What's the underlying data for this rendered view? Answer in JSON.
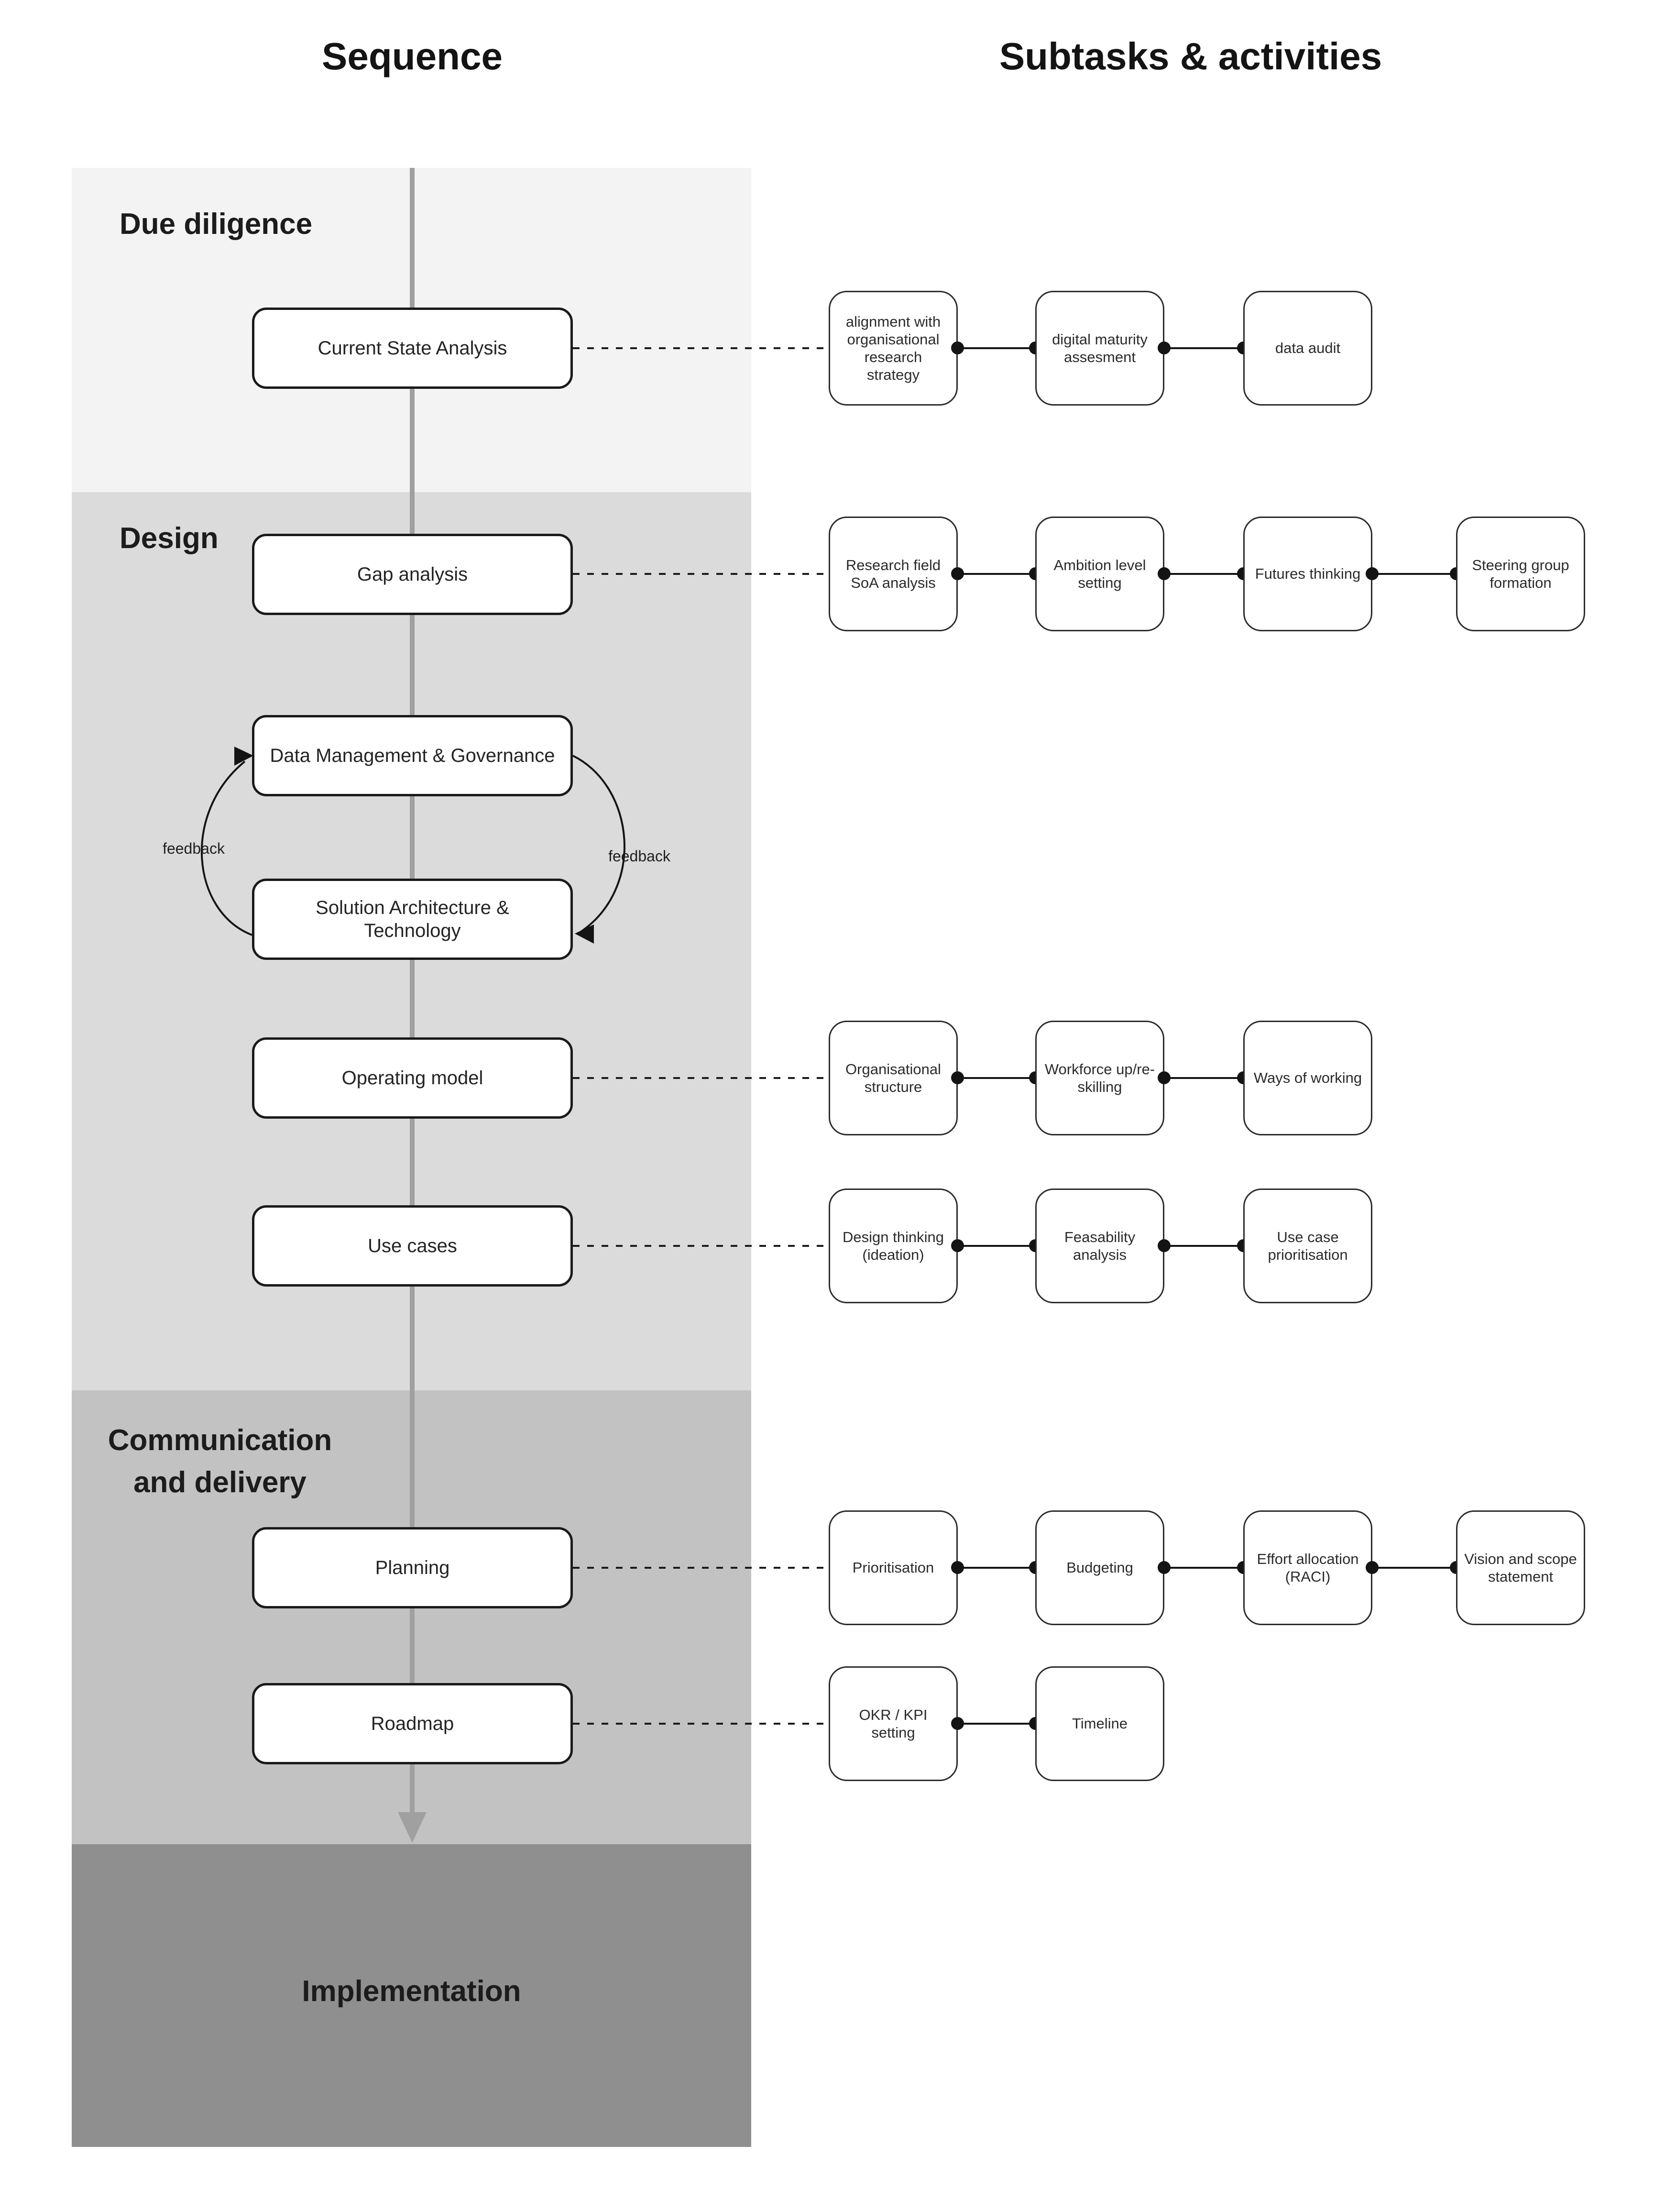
{
  "headers": {
    "sequence": "Sequence",
    "subtasks": "Subtasks & activities"
  },
  "phases": [
    {
      "id": "due-diligence",
      "label": "Due diligence"
    },
    {
      "id": "design",
      "label": "Design"
    },
    {
      "id": "communication-and-delivery",
      "label": "Communication and delivery",
      "line1": "Communication",
      "line2": "and delivery"
    },
    {
      "id": "implementation",
      "label": "Implementation"
    }
  ],
  "sequence_steps": [
    "Current State Analysis",
    "Gap analysis",
    "Data Management & Governance",
    "Solution Architecture & Technology",
    "Operating model",
    "Use cases",
    "Planning",
    "Roadmap"
  ],
  "feedback": {
    "left_label": "feedback",
    "right_label": "feedback"
  },
  "subtask_rows": [
    {
      "for_step": "Current State Analysis",
      "items": [
        "alignment with organisational research strategy",
        "digital maturity assesment",
        "data audit"
      ]
    },
    {
      "for_step": "Gap analysis",
      "items": [
        "Research field SoA analysis",
        "Ambition level setting",
        "Futures thinking",
        "Steering group formation"
      ]
    },
    {
      "for_step": "Operating model",
      "items": [
        "Organisational structure",
        "Workforce up/re-skilling",
        "Ways of working"
      ]
    },
    {
      "for_step": "Use cases",
      "items": [
        "Design thinking (ideation)",
        "Feasability analysis",
        "Use case prioritisation"
      ]
    },
    {
      "for_step": "Planning",
      "items": [
        "Prioritisation",
        "Budgeting",
        "Effort allocation (RACI)",
        "Vision and scope statement"
      ]
    },
    {
      "for_step": "Roadmap",
      "items": [
        "OKR / KPI setting",
        "Timeline"
      ]
    }
  ],
  "colors": {
    "phase_due_diligence_bg": "#f3f3f3",
    "phase_design_bg": "#dbdbdb",
    "phase_communication_bg": "#c2c2c2",
    "phase_implementation_bg": "#8f8f8f",
    "sequence_arrow": "#a0a0a0",
    "box_border": "#1a1a1a",
    "connector": "#141414",
    "text": "#1f1f1f"
  }
}
